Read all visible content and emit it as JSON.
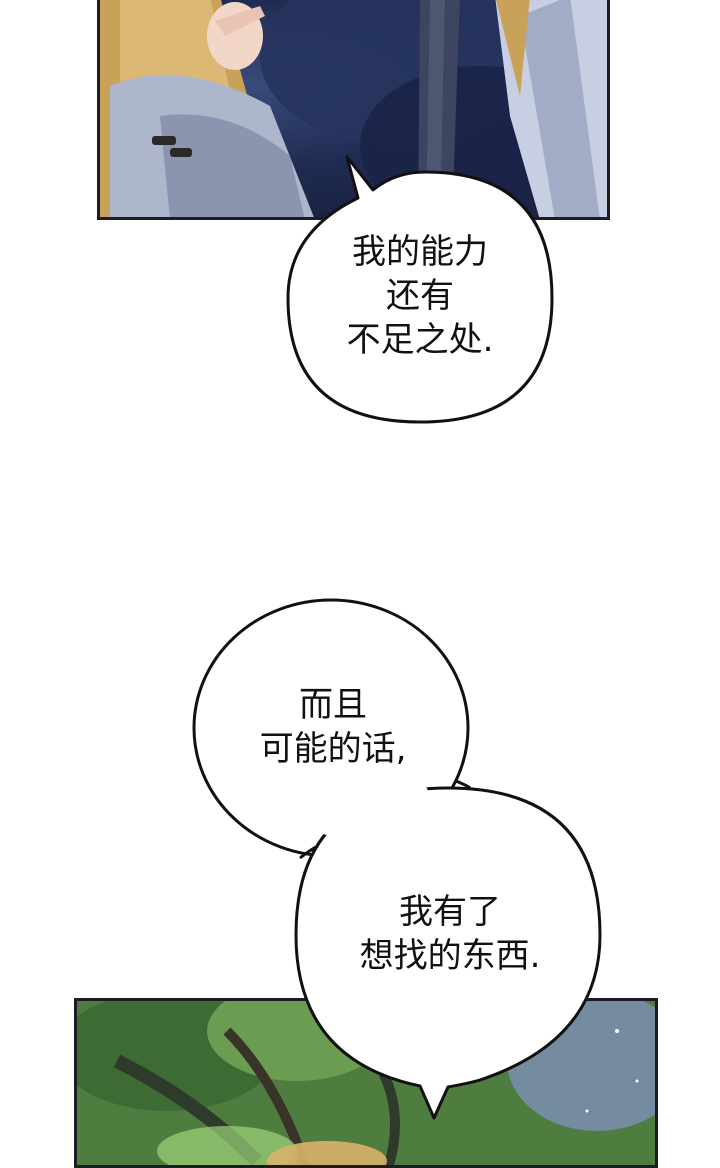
{
  "bubbles": [
    {
      "lines": "我的能力\n还有\n不足之处."
    },
    {
      "lines": "而且\n可能的话,"
    },
    {
      "lines": "我有了\n想找的东西."
    }
  ],
  "colors": {
    "bubble_fill": "#ffffff",
    "bubble_stroke": "#111111",
    "panel_border": "#1c1c22",
    "night_sky": "#1f2b52",
    "foliage": "#4f7d40"
  }
}
